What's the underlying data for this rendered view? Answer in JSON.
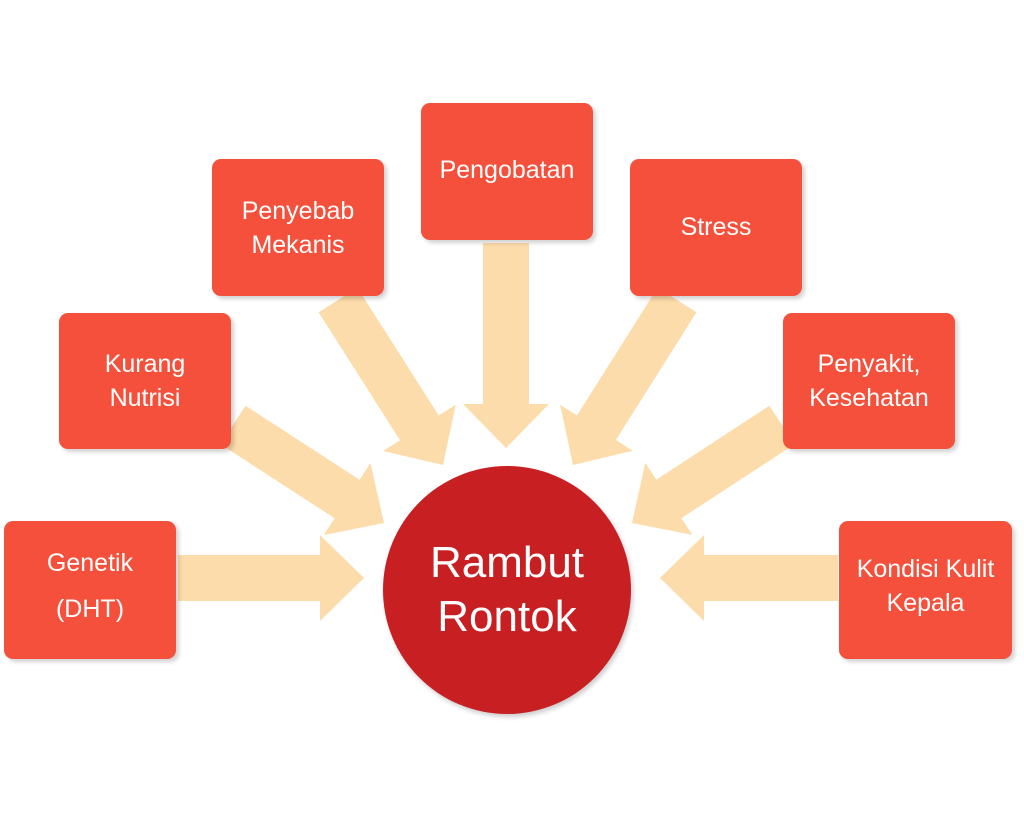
{
  "colors": {
    "box_fill": "#f5503b",
    "hub_fill": "#c81f23",
    "arrow_fill": "#fddcab",
    "text": "#ffffff"
  },
  "center": {
    "line1": "Rambut",
    "line2": "Rontok"
  },
  "factors": [
    {
      "id": "genetik",
      "line1": "Genetik",
      "line2": "(DHT)"
    },
    {
      "id": "kurang-nutrisi",
      "line1": "Kurang",
      "line2": "Nutrisi"
    },
    {
      "id": "penyebab-mekanis",
      "line1": "Penyebab",
      "line2": "Mekanis"
    },
    {
      "id": "pengobatan",
      "line1": "Pengobatan",
      "line2": ""
    },
    {
      "id": "stress",
      "line1": "Stress",
      "line2": ""
    },
    {
      "id": "penyakit-kesehatan",
      "line1": "Penyakit,",
      "line2": "Kesehatan"
    },
    {
      "id": "kondisi-kulit-kepala",
      "line1": "Kondisi Kulit",
      "line2": "Kepala"
    }
  ]
}
